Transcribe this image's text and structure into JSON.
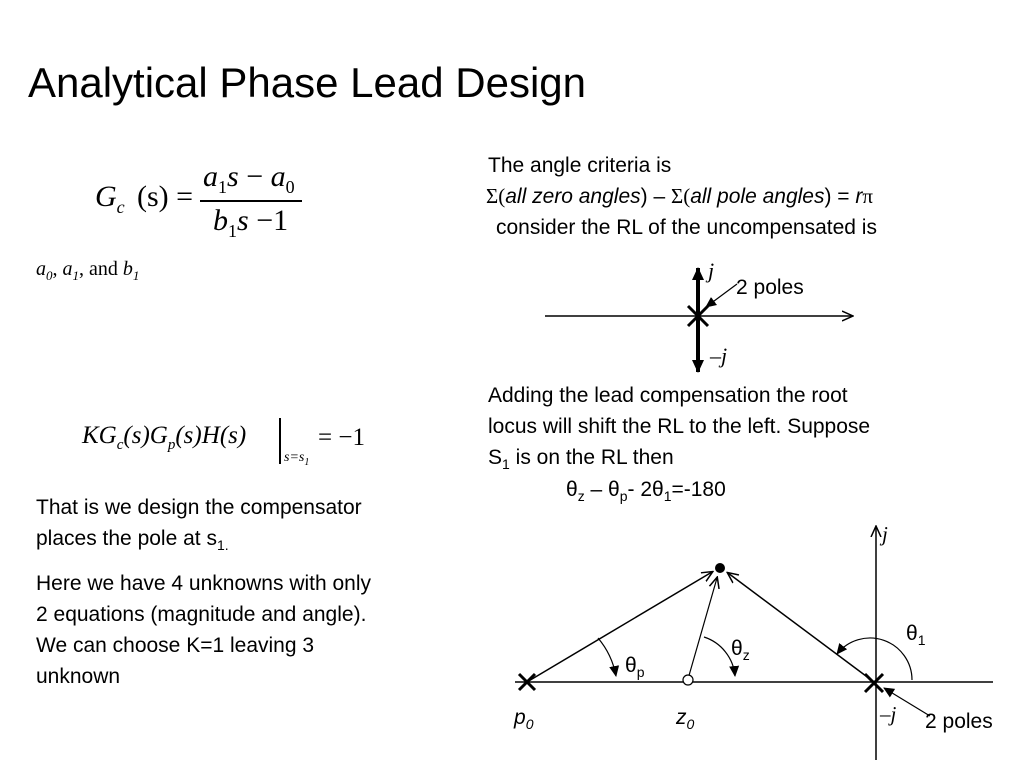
{
  "slide": {
    "title": "Analytical Phase Lead Design",
    "transfer": {
      "lhs_G": "G",
      "lhs_sub": "c",
      "lhs_arg": "(s) =",
      "num_a": "a",
      "num_a_sub": "1",
      "num_s": "s",
      "num_minus": "−",
      "num_a0": "a",
      "num_a0_sub": "0",
      "den_b": "b",
      "den_b_sub": "1",
      "den_s": "s",
      "den_rest": "−1"
    },
    "unknowns": {
      "a": "a",
      "a0_sub": "0",
      "comma1": ",",
      "a1": "a",
      "a1_sub": "1",
      "and": ", and",
      "b": "b",
      "b1_sub": "1"
    },
    "char_eq": {
      "KG": "KG",
      "c_sub": "c",
      "s1": "(s)",
      "G": "G",
      "p_sub": "p",
      "s2": "(s)",
      "H": "H",
      "s3": "(s)",
      "eval": "s=s",
      "eval_sub": "1",
      "rhs": "= −1"
    },
    "angle_criteria": {
      "line1": "The angle criteria is",
      "sigma1": "Σ(",
      "zero_angles": "all zero angles",
      "close1": ") – ",
      "sigma2": "Σ(",
      "pole_angles": "all pole angles",
      "close2": ") = ",
      "r": "r",
      "pi": "π",
      "line3": "consider the RL of the uncompensated is"
    },
    "rl_uncomp": {
      "j_label": "j",
      "neg_j_label": "–j",
      "poles_label": "2 poles"
    },
    "lead_text": {
      "line1": "Adding the lead compensation the root",
      "line2": "locus will shift the RL to the left. Suppose",
      "line3_S": "S",
      "line3_sub": "1",
      "line3_rest": " is on the RL then",
      "eq_theta1": "θ",
      "eq_z": "z",
      "eq_mid": " – θ",
      "eq_p": "p",
      "eq_mid2": "- 2θ",
      "eq_1": "1",
      "eq_end": "=-180"
    },
    "design_text": {
      "p1_line1": "That is we design the compensator",
      "p1_line2": "places the pole at s",
      "p1_sub": "1.",
      "p2_line1": "Here we have 4 unknowns with only",
      "p2_line2": "2 equations (magnitude and angle).",
      "p2_line3": "We can choose K=1 leaving 3",
      "p2_line4": "unknown"
    },
    "rl_lead": {
      "j_label": "j",
      "neg_j_label": "–j",
      "p0": "p",
      "p0_sub": "0",
      "z0": "z",
      "z0_sub": "0",
      "theta_p": "θ",
      "theta_p_sub": "p",
      "theta_z": "θ",
      "theta_z_sub": "z",
      "theta_1": "θ",
      "theta_1_sub": "1",
      "poles_label": "2 poles"
    }
  }
}
